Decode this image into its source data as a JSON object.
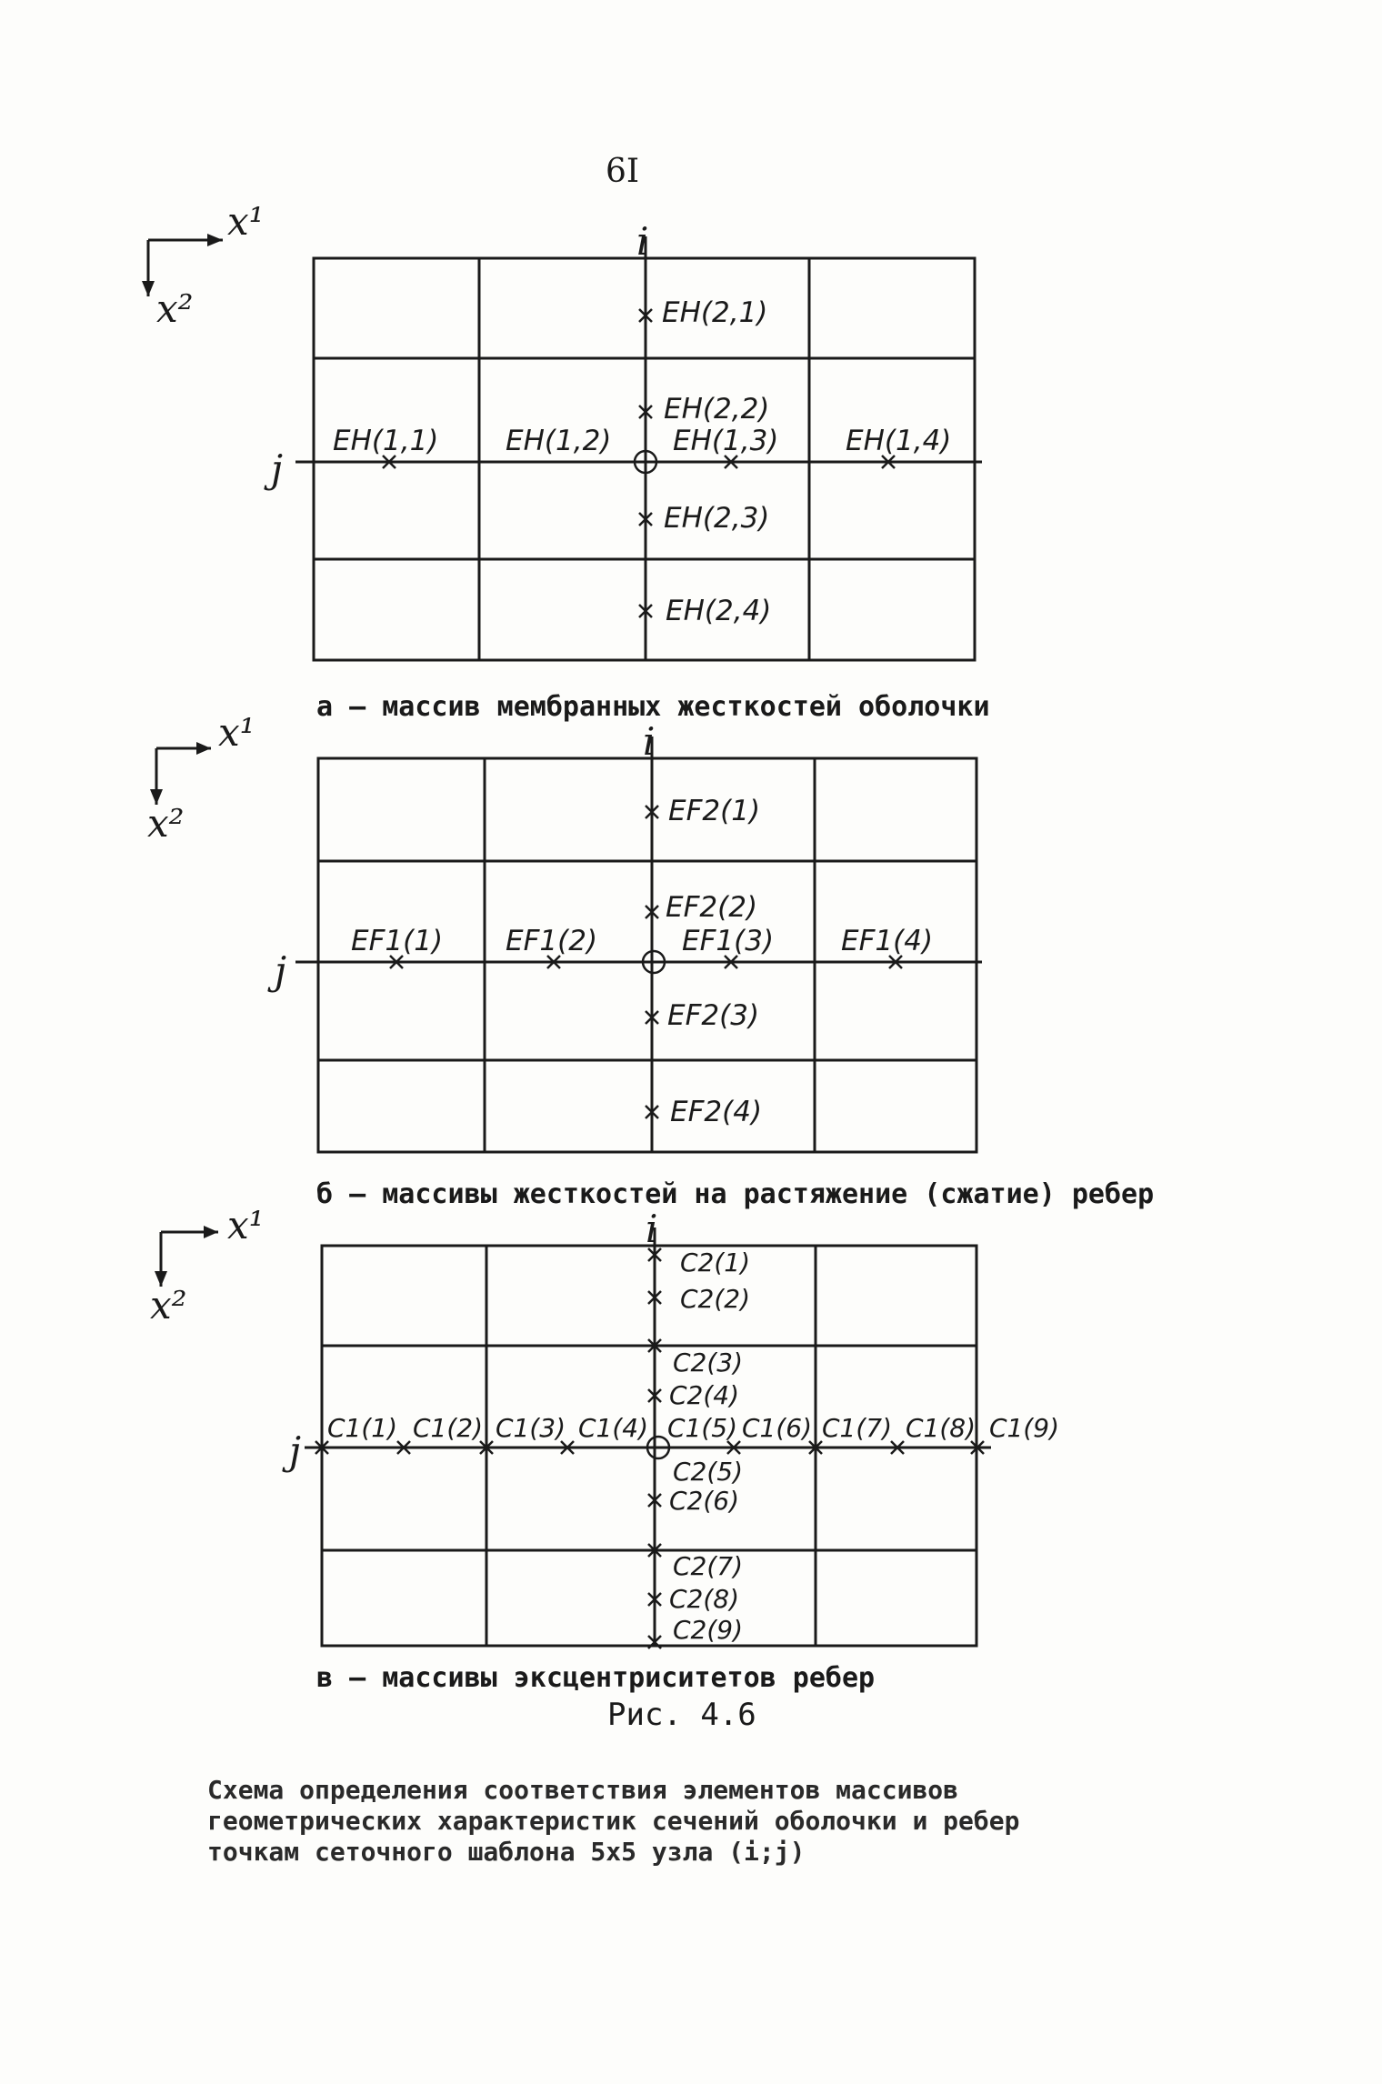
{
  "page_number": "6I",
  "axes": {
    "x1": "x¹",
    "x2": "x²",
    "i": "i",
    "j": "j"
  },
  "panels": [
    {
      "caption": "а – массив мембранных жесткостей оболочки",
      "labels": [
        "EH(2,1)",
        "EH(2,2)",
        "EH(1,1)",
        "EH(1,2)",
        "EH(1,3)",
        "EH(1,4)",
        "EH(2,3)",
        "EH(2,4)"
      ]
    },
    {
      "caption": "б – массивы жесткостей на растяжение (сжатие) ребер",
      "labels": [
        "EF2(1)",
        "EF2(2)",
        "EF1(1)",
        "EF1(2)",
        "EF1(3)",
        "EF1(4)",
        "EF2(3)",
        "EF2(4)"
      ]
    },
    {
      "caption": "в – массивы эксцентриситетов ребер",
      "labels": [
        "C2(1)",
        "C2(2)",
        "C2(3)",
        "C2(4)",
        "C1(1)",
        "C1(2)",
        "C1(3)",
        "C1(4)",
        "C1(5)",
        "C1(6)",
        "C1(7)",
        "C1(8)",
        "C1(9)",
        "C2(5)",
        "C2(6)",
        "C2(7)",
        "C2(8)",
        "C2(9)"
      ]
    }
  ],
  "figure_label": "Рис. 4.6",
  "description": [
    "Схема определения соответствия элементов массивов",
    "геометрических характеристик сечений оболочки и ребер",
    "точкам сеточного шаблона 5x5 узла (i;j)"
  ]
}
